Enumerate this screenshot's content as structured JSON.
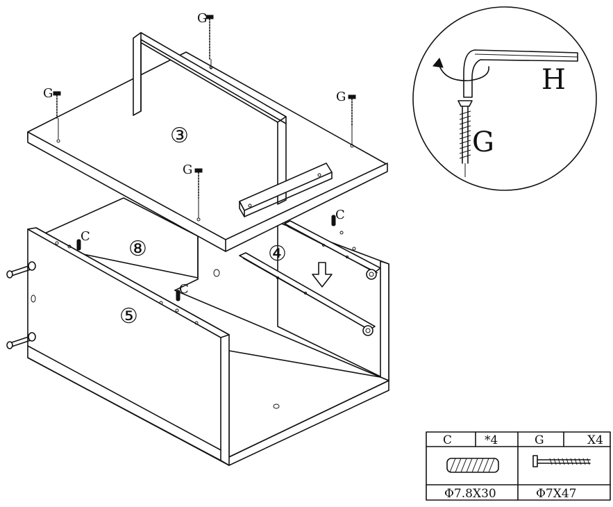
{
  "labels": {
    "screw": "G",
    "dowel": "C",
    "wrench": "H"
  },
  "panels": {
    "top": "③",
    "back": "⑧",
    "side": "⑤",
    "runners": "④"
  },
  "parts_table": {
    "c_code": "C",
    "c_qty": "*4",
    "g_code": "G",
    "g_qty": "X4",
    "c_size": "Φ7.8X30",
    "g_size": "Φ7X47"
  }
}
